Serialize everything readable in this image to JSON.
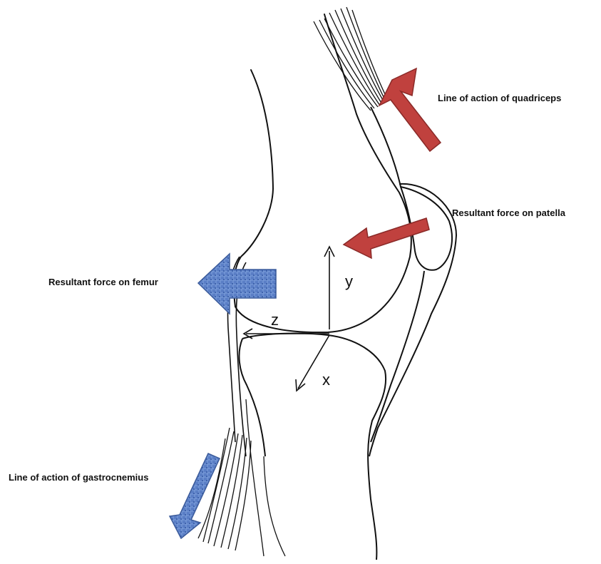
{
  "labels": {
    "quadriceps": "Line of action of quadriceps",
    "patella": "Resultant force on patella",
    "femur": "Resultant force on femur",
    "gastrocnemius": "Line of action of gastrocnemius"
  },
  "axes": {
    "x": "x",
    "y": "y",
    "z": "z"
  },
  "colors": {
    "red_arrow": "#c0413e",
    "red_arrow_edge": "#8a2a28",
    "blue_arrow": "#5b7fc6",
    "blue_arrow_edge": "#3a5a9a",
    "line": "#111111"
  }
}
